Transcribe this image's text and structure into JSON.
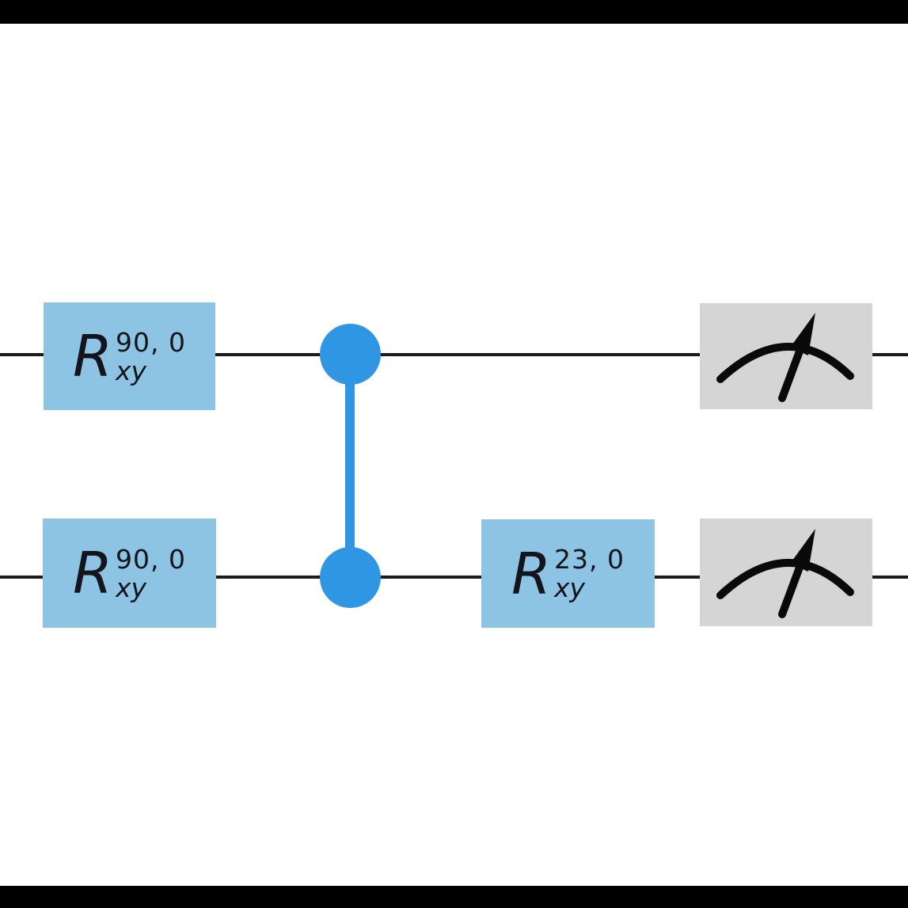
{
  "page": {
    "background": "#ffffff",
    "letterbox_color": "#000000"
  },
  "circuit": {
    "kind": "quantum-circuit",
    "num_qubits": 2,
    "colors": {
      "wire": "#1c1c1c",
      "gate_fill": "#8dc3e3",
      "gate_text": "#13141c",
      "cz": "#2e96e2",
      "measure_fill": "#d5d5d5",
      "measure_glyph": "#0a0a0a"
    },
    "gates": [
      {
        "name": "rxy-gate-q0",
        "qubit": 0,
        "base": "R",
        "sub": "xy",
        "sup": "90, 0"
      },
      {
        "name": "rxy-gate-q1",
        "qubit": 1,
        "base": "R",
        "sub": "xy",
        "sup": "90, 0"
      },
      {
        "name": "cz-gate",
        "qubits": [
          0,
          1
        ],
        "icon": "cz-control-dots"
      },
      {
        "name": "rxy-gate-q1-second",
        "qubit": 1,
        "base": "R",
        "sub": "xy",
        "sup": "23, 0"
      },
      {
        "name": "measurement-q0",
        "qubit": 0,
        "icon": "measurement-gauge-icon"
      },
      {
        "name": "measurement-q1",
        "qubit": 1,
        "icon": "measurement-gauge-icon"
      }
    ]
  }
}
